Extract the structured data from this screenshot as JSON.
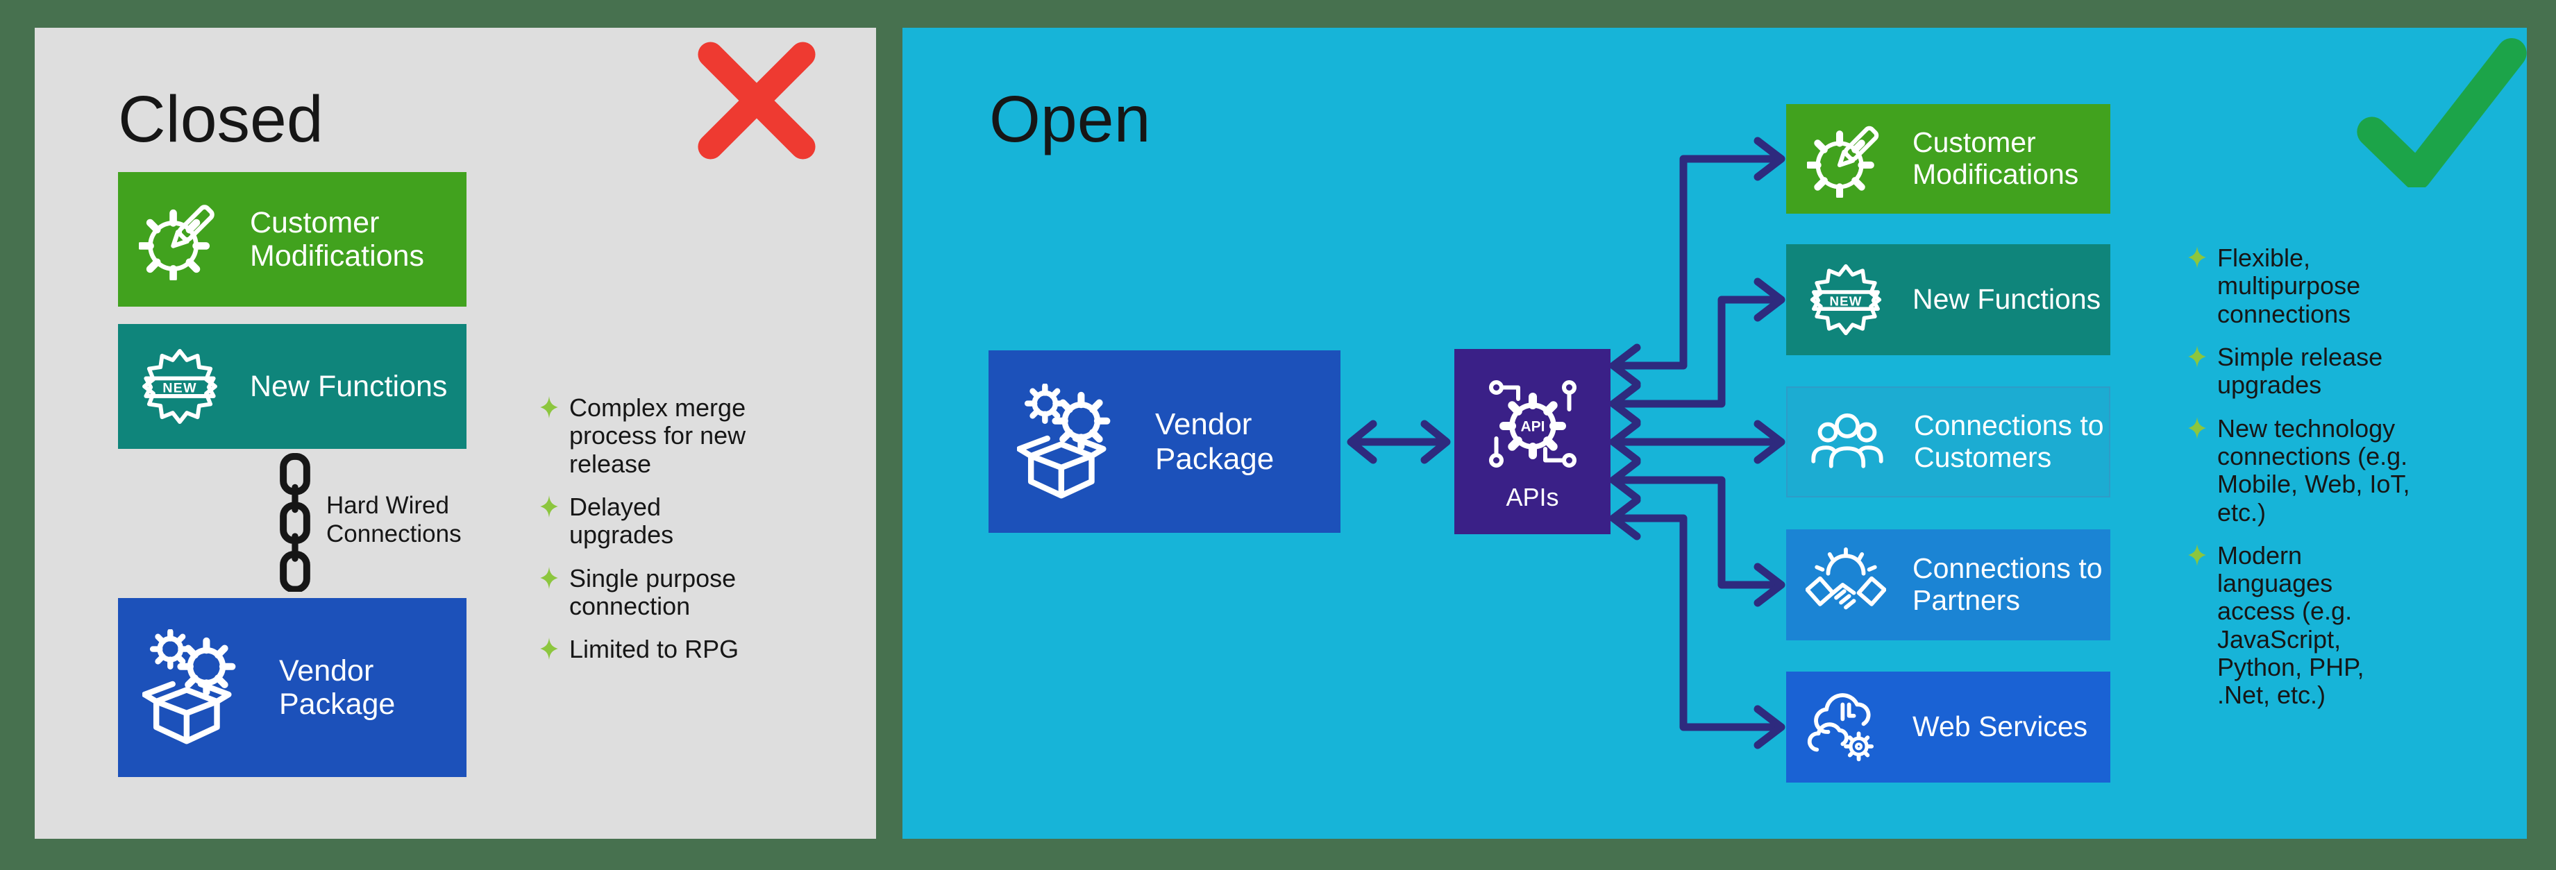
{
  "frame": {
    "background": "#47714F"
  },
  "icons": {
    "new_badge": "NEW",
    "api_gear": "API"
  },
  "left_panel": {
    "title": "Closed",
    "verdict_icon": "x-mark",
    "accent": "#EE3A31",
    "background": "#DEDEDE",
    "boxes": {
      "customer_modifications": {
        "label": "Customer Modifications",
        "color": "#41A21E"
      },
      "new_functions": {
        "label": "New Functions",
        "color": "#0F857B"
      },
      "vendor_package": {
        "label": "Vendor Package",
        "color": "#1C51BA"
      }
    },
    "chain_note": {
      "label": "Hard Wired Connections"
    },
    "bullet_color": "#8CC63E",
    "bullets": [
      "Complex merge process for new release",
      "Delayed upgrades",
      "Single purpose connection",
      "Limited to RPG"
    ]
  },
  "right_panel": {
    "title": "Open",
    "verdict_icon": "check-mark",
    "accent": "#1CA449",
    "background": "#17B4D8",
    "arrow_color": "#2E2A7E",
    "vendor_package": {
      "label": "Vendor Package",
      "color": "#1C51BA"
    },
    "apis": {
      "label": "APIs",
      "color": "#3A2087"
    },
    "targets": [
      {
        "label": "Customer Modifications",
        "color": "#41A21E"
      },
      {
        "label": "New Functions",
        "color": "#0F857B"
      },
      {
        "label": "Connections to Customers",
        "color": "#1CACD2"
      },
      {
        "label": "Connections to Partners",
        "color": "#1B84D4"
      },
      {
        "label": "Web Services",
        "color": "#1A62D4"
      }
    ],
    "bullet_color": "#8CC63E",
    "bullets": [
      "Flexible, multipurpose connections",
      "Simple release upgrades",
      "New technology connections (e.g. Mobile, Web, IoT, etc.)",
      "Modern languages access (e.g. JavaScript, Python, PHP, .Net, etc.)"
    ]
  }
}
